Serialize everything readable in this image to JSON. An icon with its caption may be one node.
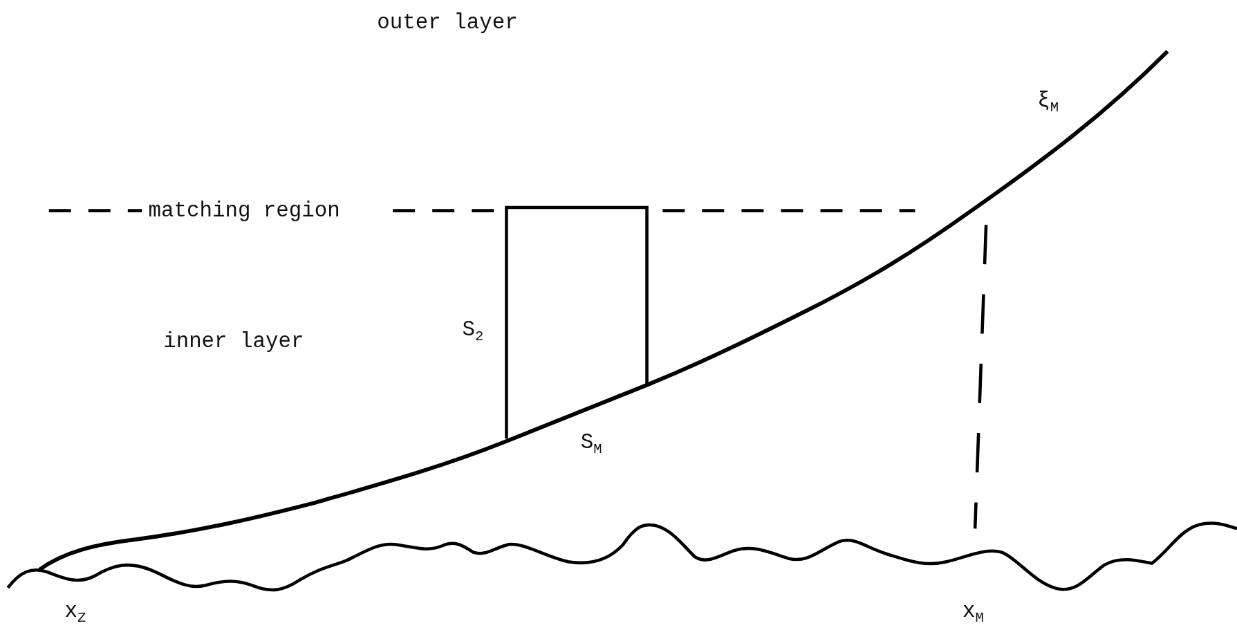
{
  "diagram": {
    "labels": [
      "outer layer",
      "matching region",
      "inner layer",
      "S$_{2}$",
      "S$_{M}$",
      "ξ$_{M}$",
      "x$_{Z}$",
      "x$_{M}$"
    ]
  }
}
